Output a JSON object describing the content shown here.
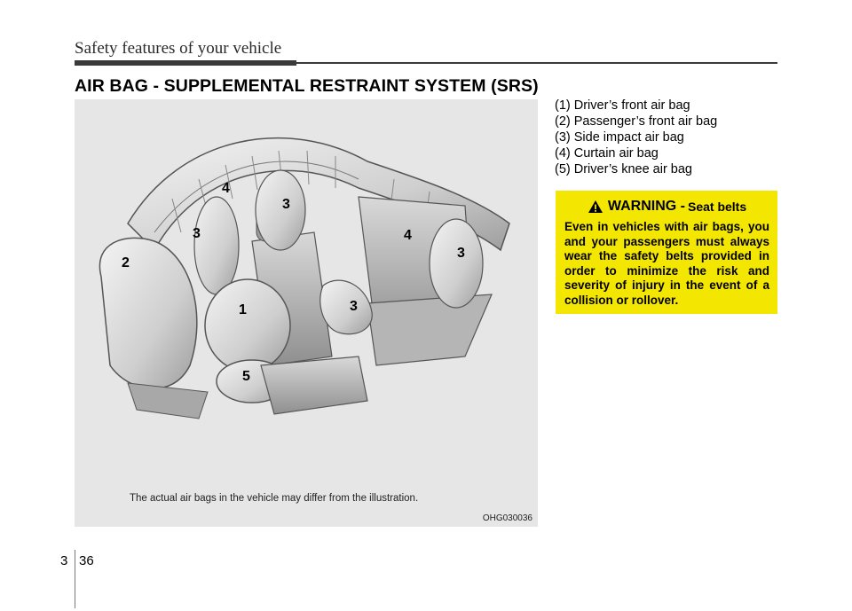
{
  "header": {
    "title": "Safety features of your vehicle"
  },
  "section": {
    "title": "AIR BAG - SUPPLEMENTAL RESTRAINT SYSTEM (SRS)"
  },
  "illustration": {
    "caption": "The actual air bags in the vehicle may differ from the illustration.",
    "image_code": "OHG030036",
    "callouts": [
      "4",
      "3",
      "3",
      "2",
      "4",
      "3",
      "1",
      "3",
      "5"
    ]
  },
  "legend": {
    "items": [
      "(1) Driver’s front air bag",
      "(2) Passenger’s front air bag",
      "(3) Side impact air bag",
      "(4) Curtain air bag",
      "(5) Driver’s knee air bag"
    ]
  },
  "warning": {
    "word": "WARNING -",
    "subject": "Seat belts",
    "body": "Even in vehicles with air bags, you and your passengers must always wear the safety belts provided in order to minimize the risk and severity of injury in the event of a collision or rollover.",
    "color": "#f3e600"
  },
  "footer": {
    "chapter": "3",
    "page": "36"
  }
}
